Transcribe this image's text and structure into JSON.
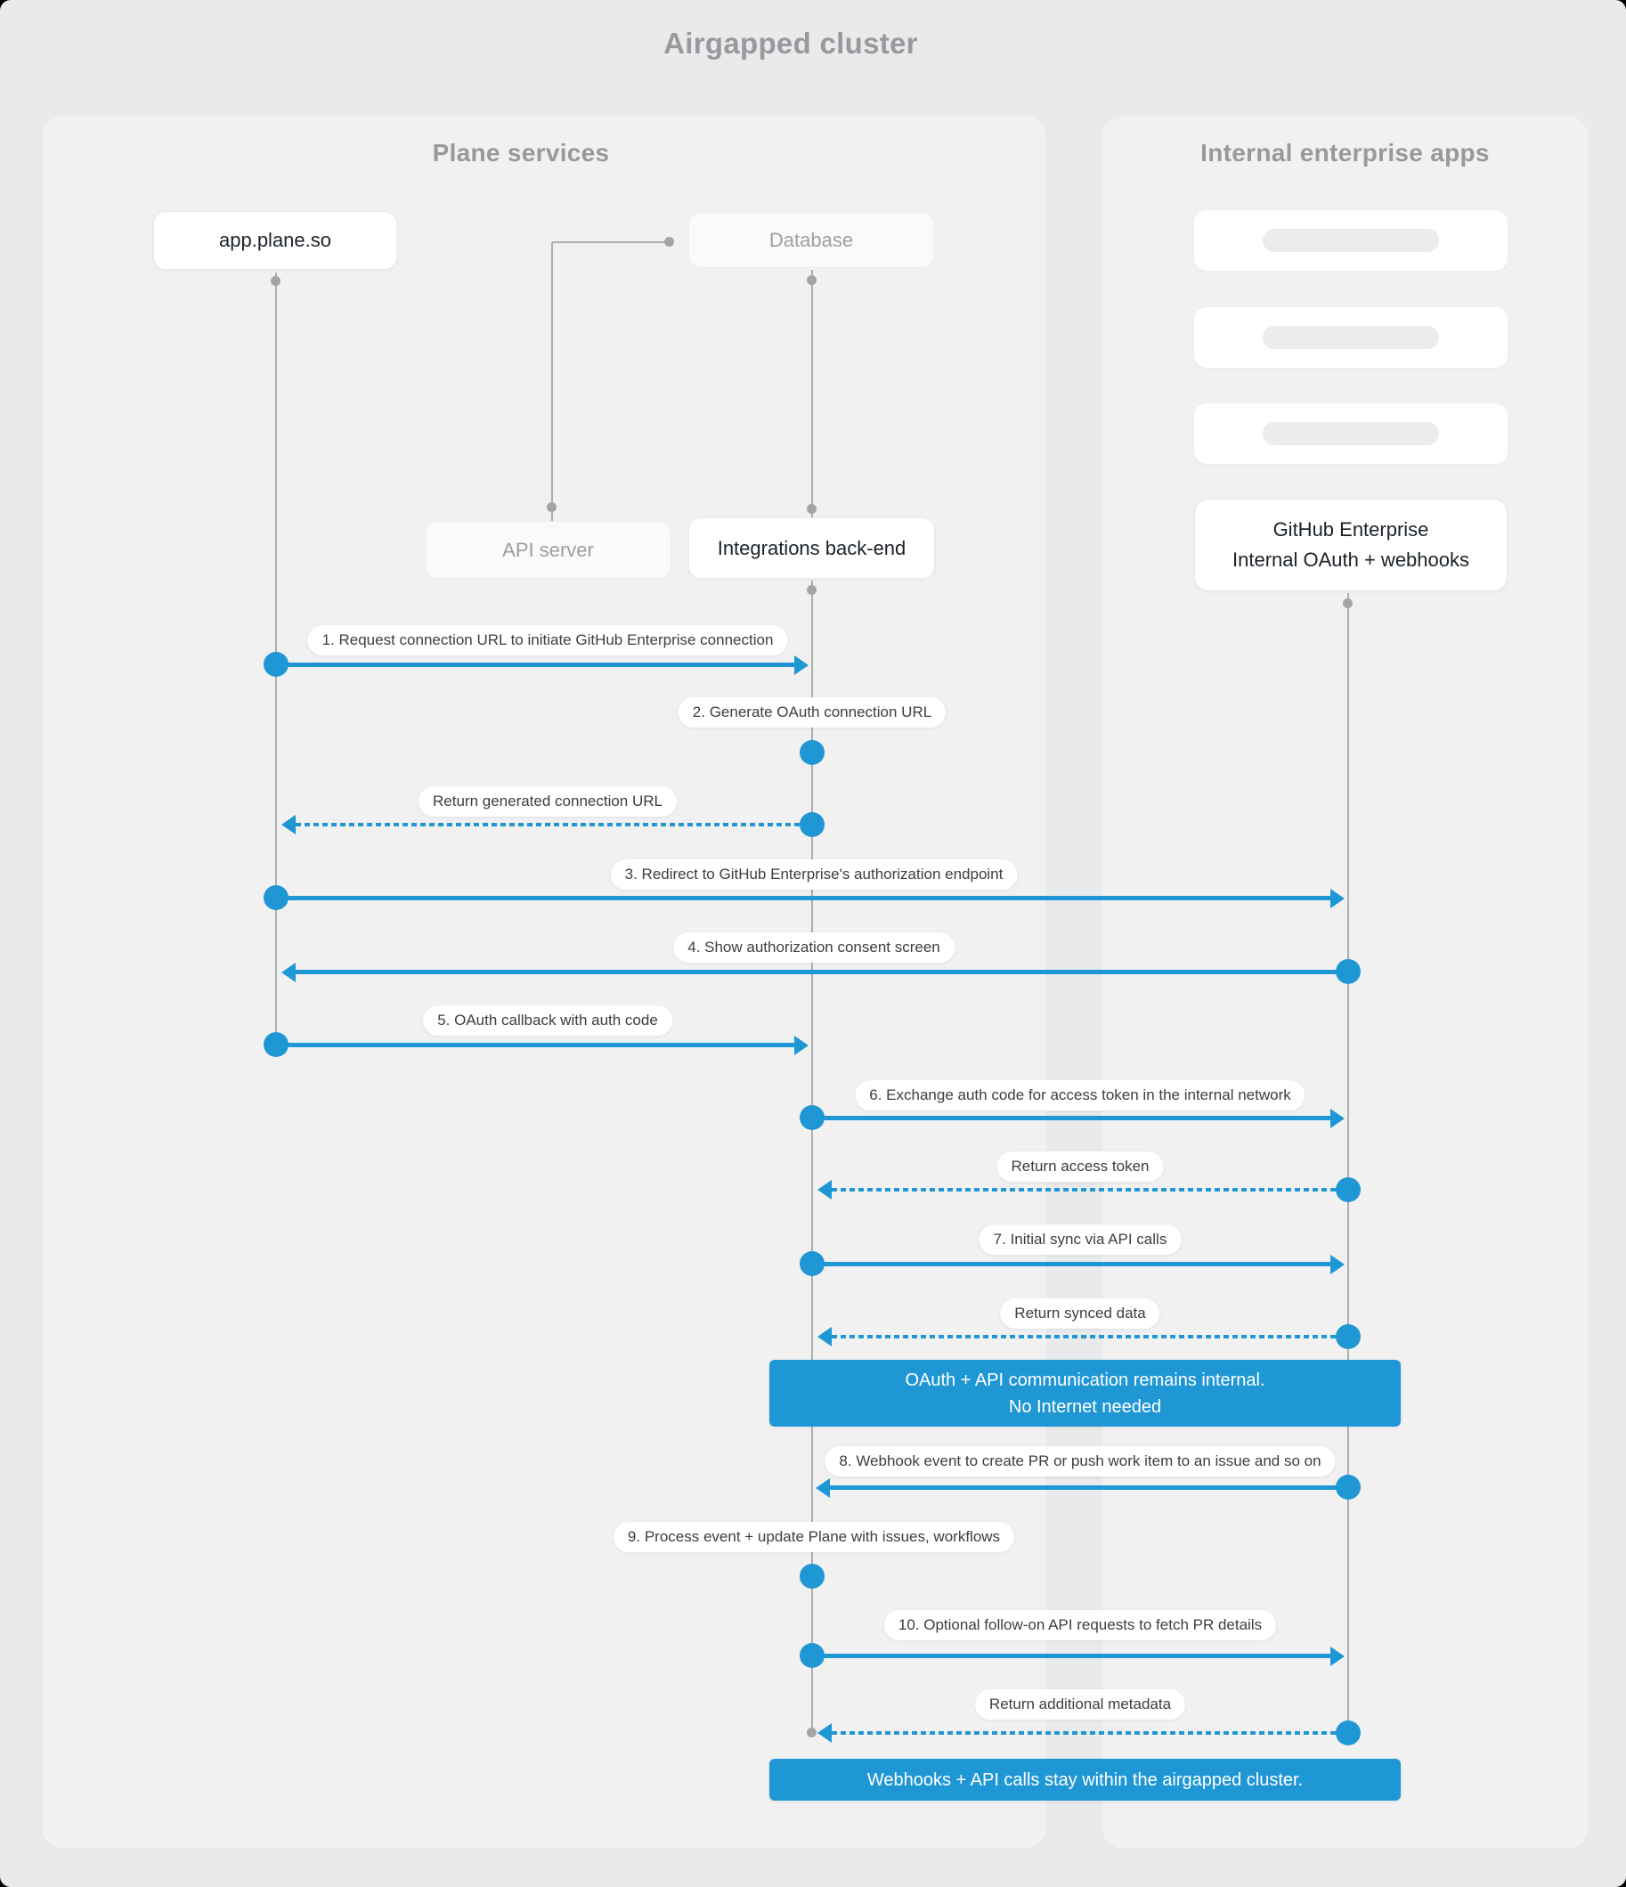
{
  "title": "Airgapped cluster",
  "colors": {
    "accent": "#2097d5",
    "lifeline": "#abadaf",
    "panel_bg": "#f1f1f2",
    "page_bg": "#e9eaeb"
  },
  "panels": {
    "plane": {
      "title": "Plane services"
    },
    "internal": {
      "title": "Internal enterprise apps"
    }
  },
  "nodes": {
    "app": {
      "label": "app.plane.so"
    },
    "database": {
      "label": "Database"
    },
    "api_server": {
      "label": "API server"
    },
    "integrations": {
      "label": "Integrations back-end"
    },
    "github": {
      "line1": "GitHub Enterprise",
      "line2": "Internal OAuth + webhooks"
    }
  },
  "messages": [
    {
      "label": "1. Request connection URL to initiate GitHub Enterprise connection"
    },
    {
      "label": "2. Generate OAuth connection URL"
    },
    {
      "label": "Return generated connection URL"
    },
    {
      "label": "3. Redirect to GitHub Enterprise's authorization endpoint"
    },
    {
      "label": "4. Show authorization consent screen"
    },
    {
      "label": "5. OAuth callback with auth code"
    },
    {
      "label": "6. Exchange auth code for access token in the internal network"
    },
    {
      "label": "Return access token"
    },
    {
      "label": "7. Initial sync via API calls"
    },
    {
      "label": "Return synced data"
    },
    {
      "label": "8. Webhook event to create PR or push work item to an issue and so on"
    },
    {
      "label": "9. Process event + update Plane with issues, workflows"
    },
    {
      "label": "10. Optional follow-on API requests to fetch PR details"
    },
    {
      "label": "Return additional metadata"
    }
  ],
  "banners": [
    {
      "line1": "OAuth + API communication remains internal.",
      "line2": "No Internet needed"
    },
    {
      "line1": "Webhooks + API calls stay within the airgapped cluster."
    }
  ]
}
